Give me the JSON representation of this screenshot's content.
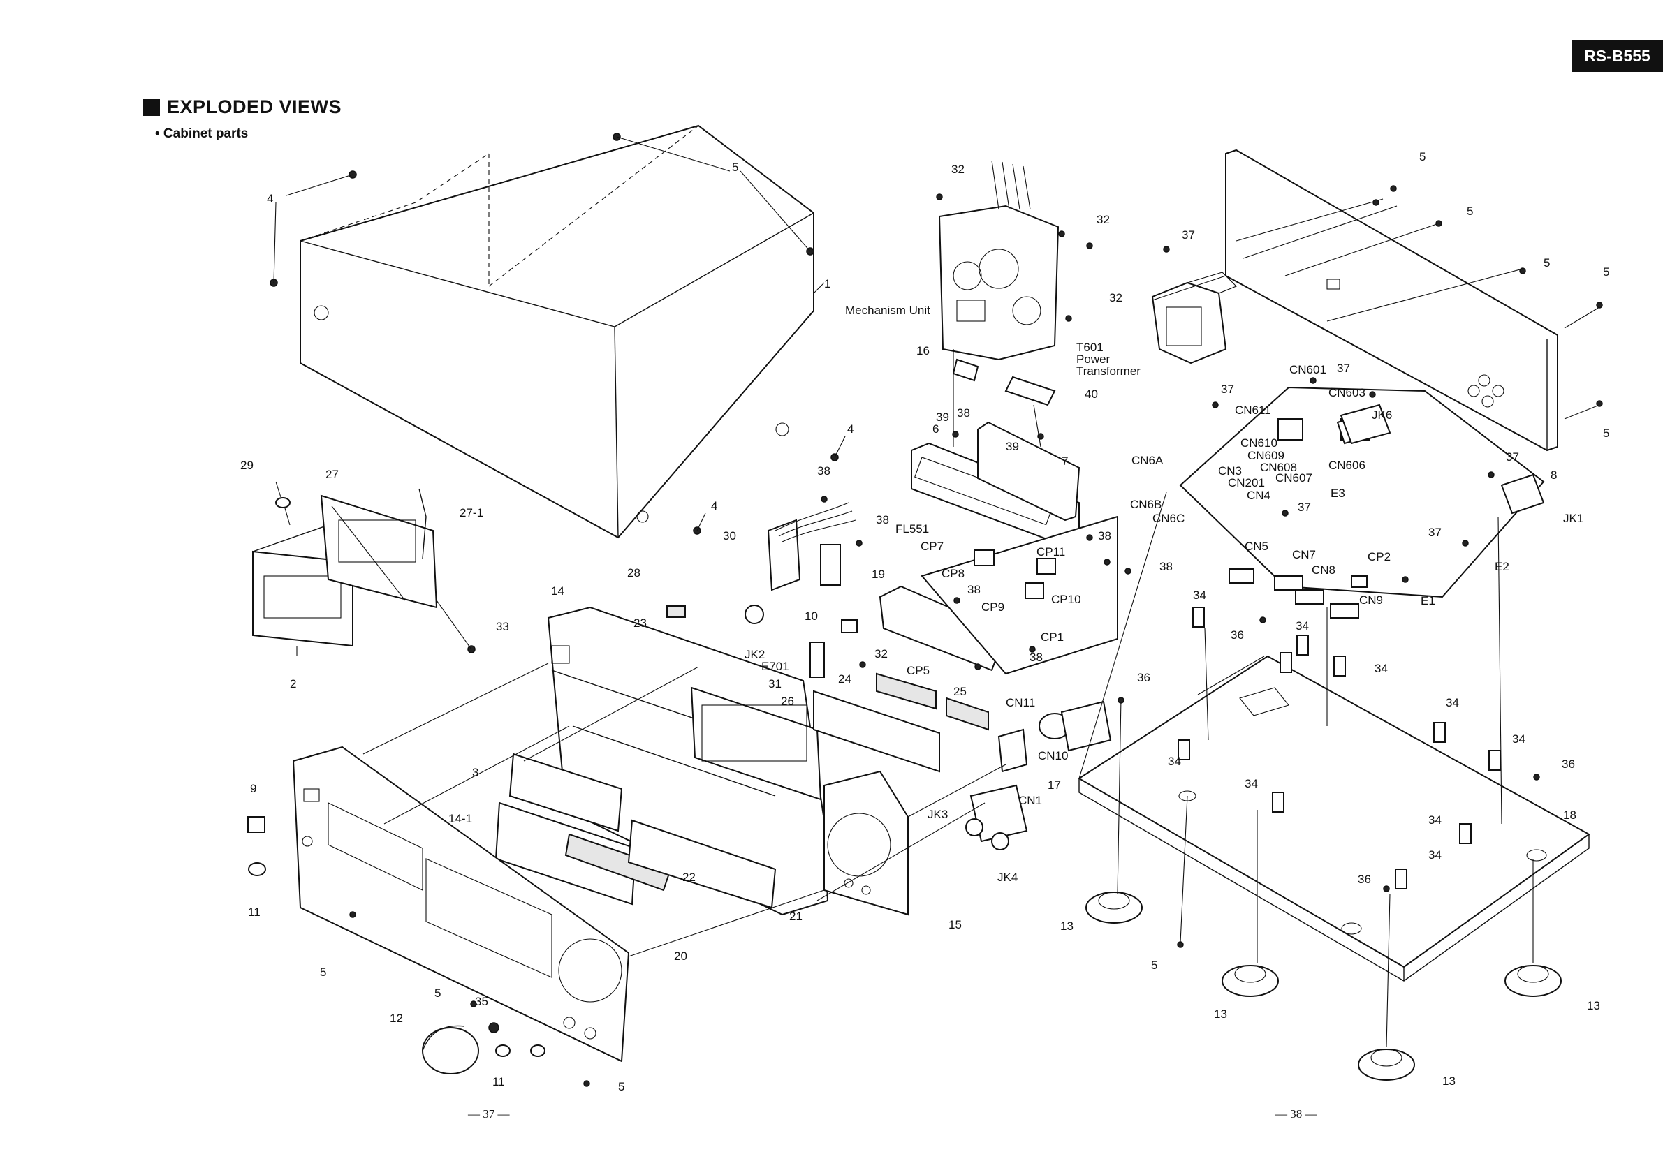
{
  "model": "RS-B555",
  "section_title": "EXPLODED VIEWS",
  "subsection": "• Cabinet parts",
  "pages": {
    "left": "— 37 —",
    "right": "— 38 —"
  },
  "labels": {
    "l1": "1",
    "l2": "2",
    "l3": "3",
    "l4a": "4",
    "l4b": "4",
    "l4c": "4",
    "l5a": "5",
    "l5b": "5",
    "l5c": "5",
    "l5d": "5",
    "l5e": "5",
    "l5f": "5",
    "l5g": "5",
    "l5h": "5",
    "l5i": "5",
    "l5j": "5",
    "l6": "6",
    "l7": "7",
    "l8": "8",
    "l9": "9",
    "l10": "10",
    "l11a": "11",
    "l11b": "11",
    "l12": "12",
    "l13a": "13",
    "l13b": "13",
    "l13c": "13",
    "l13d": "13",
    "l14": "14",
    "l14_1": "14-1",
    "l15": "15",
    "l16": "16",
    "l17": "17",
    "l18": "18",
    "l19": "19",
    "l20": "20",
    "l21": "21",
    "l22": "22",
    "l23": "23",
    "l24": "24",
    "l25": "25",
    "l26": "26",
    "l27": "27",
    "l27_1": "27-1",
    "l28": "28",
    "l29": "29",
    "l30": "30",
    "l31": "31",
    "l32a": "32",
    "l32b": "32",
    "l32c": "32",
    "l32d": "32",
    "l33": "33",
    "l34a": "34",
    "l34b": "34",
    "l34c": "34",
    "l34d": "34",
    "l34e": "34",
    "l34f": "34",
    "l34g": "34",
    "l34h": "34",
    "l34i": "34",
    "l35": "35",
    "l36a": "36",
    "l36b": "36",
    "l36c": "36",
    "l36d": "36",
    "l37a": "37",
    "l37b": "37",
    "l37c": "37",
    "l37d": "37",
    "l37e": "37",
    "l37f": "37",
    "l38a": "38",
    "l38b": "38",
    "l38c": "38",
    "l38d": "38",
    "l38e": "38",
    "l38f": "38",
    "l38g": "38",
    "l39a": "39",
    "l39b": "39",
    "l40": "40",
    "mech": "Mechanism Unit",
    "t601a": "T601",
    "t601b": "Power",
    "t601c": "Transformer",
    "fl551": "FL551",
    "cp1": "CP1",
    "cp5": "CP5",
    "cp7": "CP7",
    "cp8": "CP8",
    "cp9": "CP9",
    "cp10": "CP10",
    "cp11": "CP11",
    "cp2": "CP2",
    "jk1": "JK1",
    "jk2": "JK2",
    "jk3": "JK3",
    "jk4": "JK4",
    "jk6": "JK6",
    "e701": "E701",
    "cn1": "CN1",
    "cn10": "CN10",
    "cn11": "CN11",
    "cn3": "CN3",
    "cn4": "CN4",
    "cn5": "CN5",
    "cn7": "CN7",
    "cn8": "CN8",
    "cn9": "CN9",
    "cn201": "CN201",
    "cn6a": "CN6A",
    "cn6b": "CN6B",
    "cn6c": "CN6C",
    "cn601": "CN601",
    "cn603": "CN603",
    "cn611": "CN611",
    "cn610": "CN610",
    "cn609": "CN609",
    "cn608": "CN608",
    "cn607": "CN607",
    "cn606": "CN606",
    "e1": "E1",
    "e2": "E2",
    "e3": "E3"
  }
}
